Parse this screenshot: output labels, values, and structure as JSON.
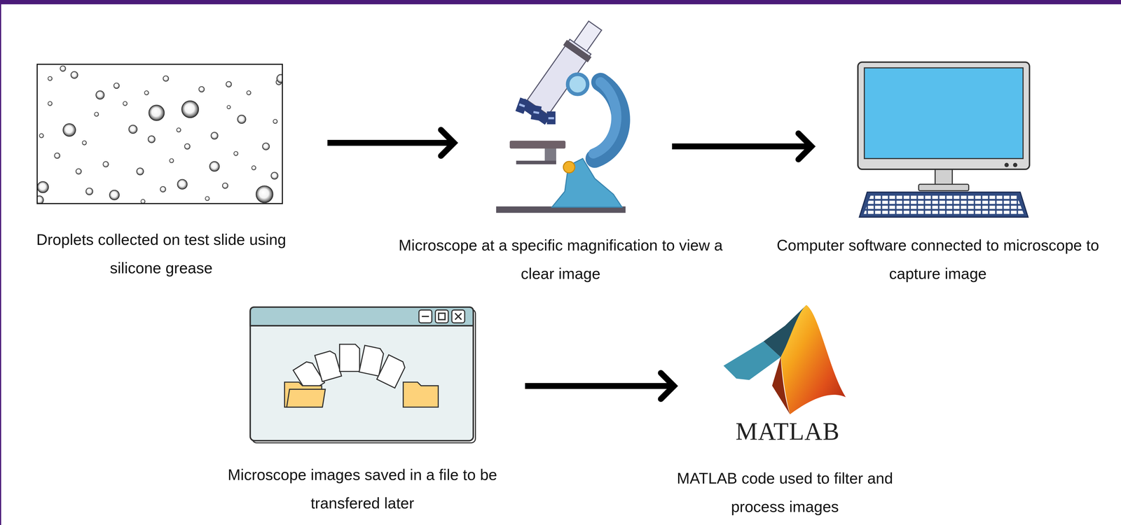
{
  "diagram": {
    "nodes": [
      {
        "text": [
          "Droplets collected on test slide using silicone grease"
        ]
      },
      {
        "text": [
          "Microscope at a specific magnification to view a clear image"
        ]
      },
      {
        "text": [
          "Computer software connected to microscope to capture image"
        ]
      },
      {
        "text": [
          "Microscope images saved in a file to be transfered later"
        ]
      },
      {
        "text": [
          "MATLAB code used to filter and process images"
        ]
      }
    ],
    "edges": [
      {
        "from": 0,
        "to": 1,
        "arrow": "to"
      },
      {
        "from": 1,
        "to": 2,
        "arrow": "to"
      },
      {
        "from": 3,
        "to": 4,
        "arrow": "to"
      }
    ],
    "labels": [
      "MATLAB"
    ]
  }
}
